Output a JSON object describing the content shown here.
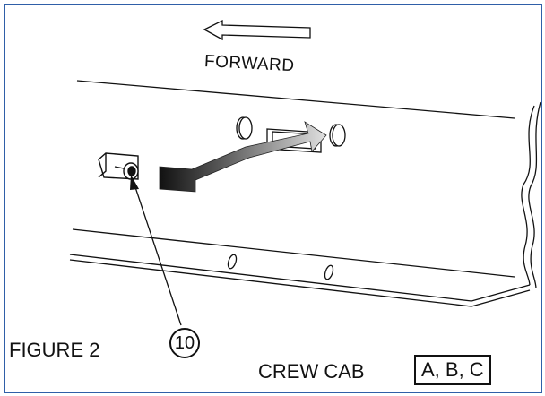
{
  "labels": {
    "forward": "FORWARD",
    "figure": "FIGURE 2",
    "callout_number": "10",
    "crew_cab": "CREW CAB",
    "models": "A, B, C"
  },
  "colors": {
    "frame_border": "#2f5fa8",
    "line": "#111111",
    "arrow_dark": "#111111",
    "arrow_light": "#d8d8d8"
  }
}
